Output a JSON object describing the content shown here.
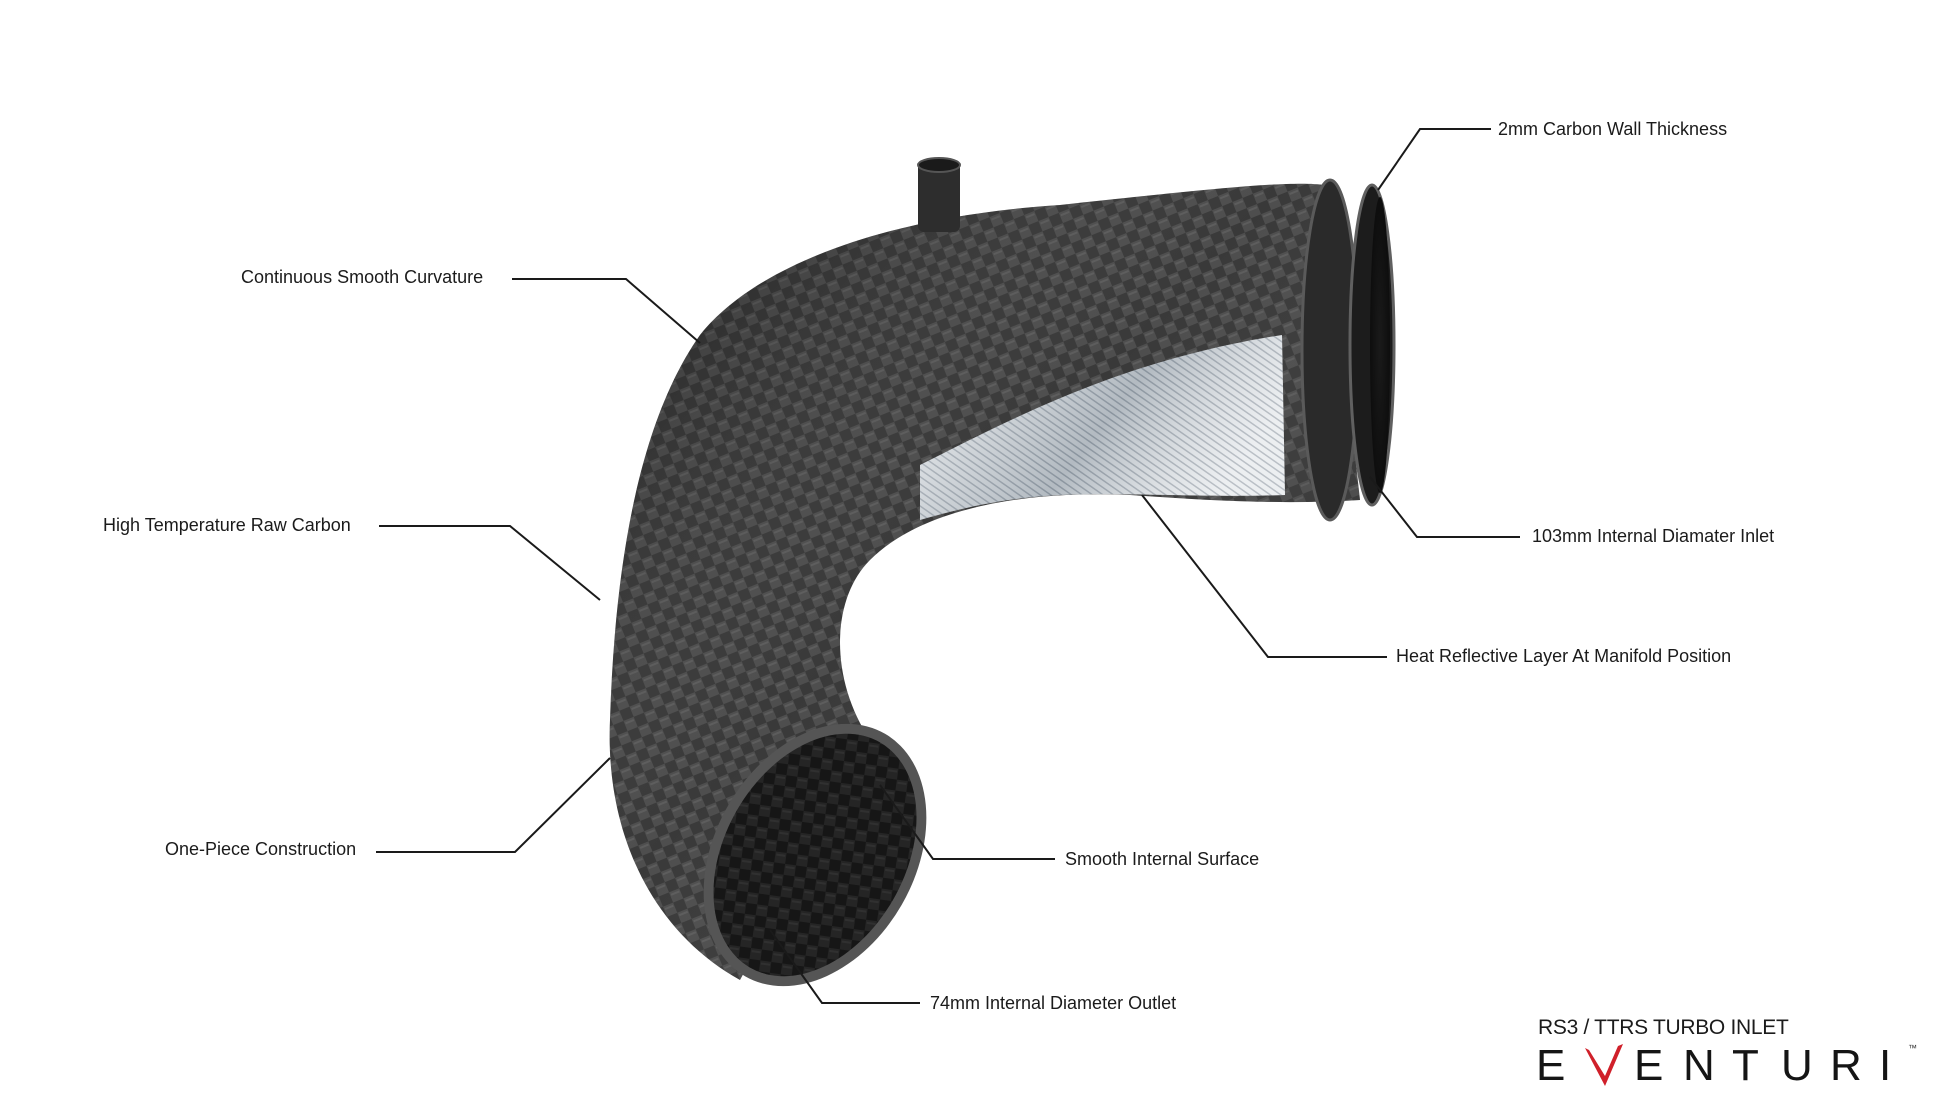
{
  "product": {
    "subtitle": "RS3 / TTRS TURBO INLET",
    "brand_letters": [
      "E",
      "V",
      "E",
      "N",
      "T",
      "U",
      "R",
      "I"
    ],
    "trademark": "™",
    "accent_color": "#d0202a"
  },
  "callouts": [
    {
      "id": "wall",
      "text": "2mm Carbon Wall Thickness"
    },
    {
      "id": "curvature",
      "text": "Continuous Smooth Curvature"
    },
    {
      "id": "raw-carbon",
      "text": "High Temperature Raw Carbon"
    },
    {
      "id": "inlet",
      "text": "103mm Internal Diamater Inlet"
    },
    {
      "id": "heat-layer",
      "text": "Heat Reflective Layer At Manifold Position"
    },
    {
      "id": "one-piece",
      "text": "One-Piece Construction"
    },
    {
      "id": "internal",
      "text": "Smooth Internal Surface"
    },
    {
      "id": "outlet",
      "text": "74mm Internal Diameter Outlet"
    }
  ]
}
